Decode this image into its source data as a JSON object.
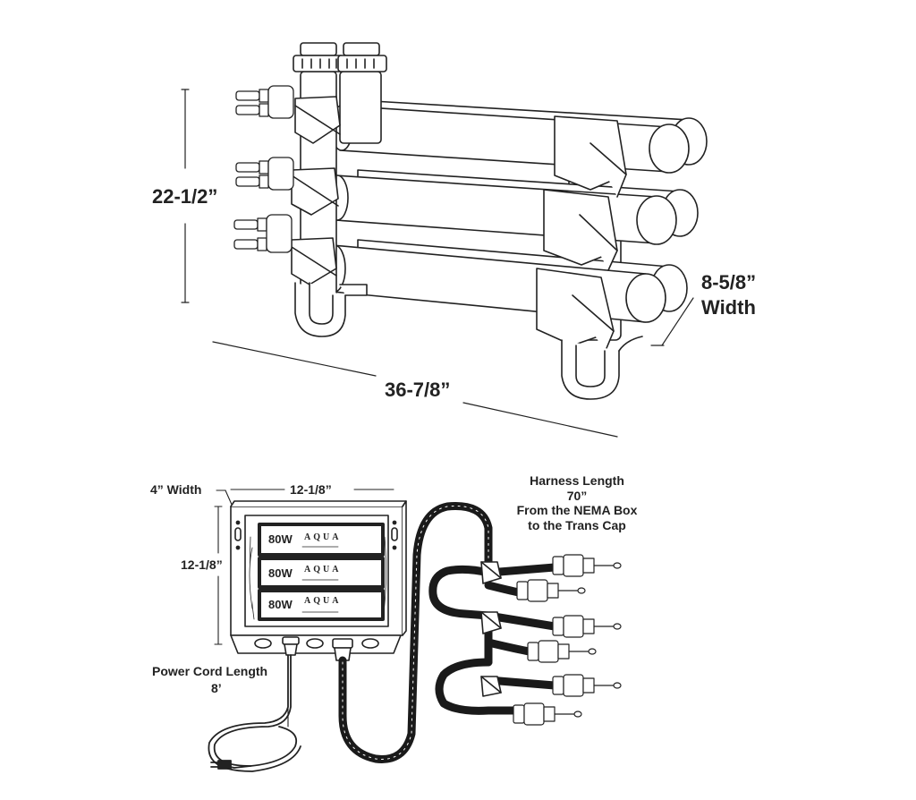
{
  "uv_unit": {
    "height_label": "22-1/2”",
    "length_label": "36-7/8”",
    "width_value": "8-5/8”",
    "width_word": "Width"
  },
  "nema_box": {
    "depth_label": "4” Width",
    "width_label": "12-1/8”",
    "height_label": "12-1/8”",
    "ballasts": [
      {
        "watt": "80W",
        "brand": "AQUA"
      },
      {
        "watt": "80W",
        "brand": "AQUA"
      },
      {
        "watt": "80W",
        "brand": "AQUA"
      }
    ],
    "power_cord_label": "Power Cord Length",
    "power_cord_value": "8’"
  },
  "harness": {
    "line1": "Harness Length",
    "line2": "70”",
    "line3": "From the NEMA Box",
    "line4": "to the Trans Cap"
  },
  "colors": {
    "line": "#222222",
    "cable": "#1a1a1a",
    "fill": "#ffffff"
  }
}
